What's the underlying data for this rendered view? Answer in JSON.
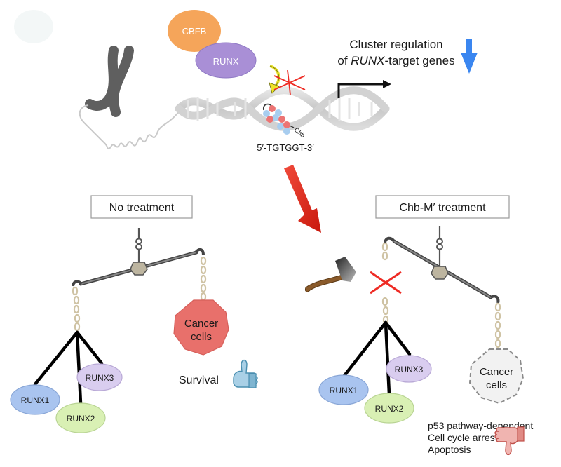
{
  "top": {
    "cbfb_label": "CBFB",
    "runx_label": "RUNX",
    "regulation_line1": "Cluster regulation",
    "regulation_line2_prefix": "of ",
    "regulation_line2_italic": "RUNX",
    "regulation_line2_suffix": "-target genes",
    "chb_label": "Chb",
    "sequence": "5′-TGTGGT-3′"
  },
  "left_panel": {
    "title": "No treatment",
    "runx1": "RUNX1",
    "runx2": "RUNX2",
    "runx3": "RUNX3",
    "cancer_line1": "Cancer",
    "cancer_line2": "cells",
    "outcome": "Survival"
  },
  "right_panel": {
    "title": "Chb-M′ treatment",
    "runx1": "RUNX1",
    "runx2": "RUNX2",
    "runx3": "RUNX3",
    "cancer_line1": "Cancer",
    "cancer_line2": "cells",
    "outcome_lines": [
      "p53 pathway-dependent",
      "Cell cycle arrest",
      "Apoptosis"
    ]
  },
  "colors": {
    "cbfb": "#f5a55a",
    "runx": "#a98fd6",
    "runx1": "#a9c4ef",
    "runx2": "#d9f0b4",
    "runx3": "#d9cdef",
    "cancer_alive": "#e8706b",
    "cancer_dead": "#f2f2f2",
    "inhibit_x": "#ee2b24",
    "down_arrow": "#3a86f0",
    "red_arrow": "#e8291c",
    "scale": "#555555",
    "chain": "#d8ccb0"
  }
}
